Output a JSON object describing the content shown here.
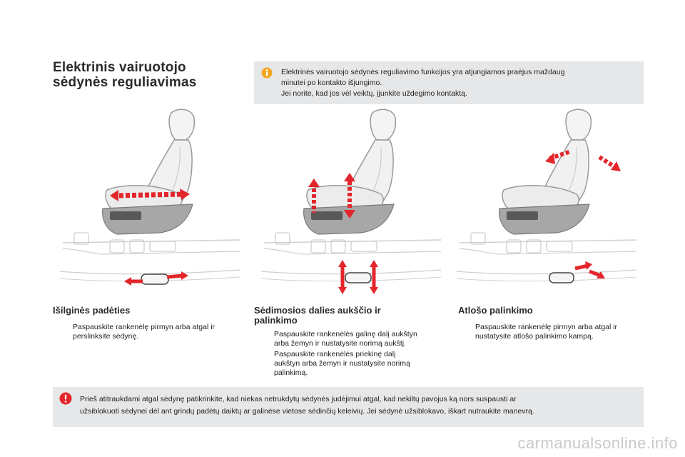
{
  "page": {
    "title_line1": "Elektrinis vairuotojo",
    "title_line2": "sėdynės reguliavimas"
  },
  "info": {
    "icon": "info-icon",
    "line1": "Elektrinės vairuotojo sėdynės reguliavimo funkcijos yra atjungiamos praėjus maždaug",
    "line2": "minutei po kontakto išjungimo.",
    "line3": "Jei norite, kad jos vėl veiktų, įjunkite uždegimo kontaktą."
  },
  "sections": [
    {
      "title_line1": "Išilginės padėties",
      "title_line2": "",
      "bullets": [
        {
          "line1": "Paspauskite rankenėlę pirmyn arba atgal ir",
          "line2": "perslinksite sėdynę.",
          "line3": ""
        }
      ]
    },
    {
      "title_line1": "Sėdimosios dalies aukščio ir",
      "title_line2": "palinkimo",
      "bullets": [
        {
          "line1": "Paspauskite rankenėlės galinę dalį aukštyn",
          "line2": "arba žemyn ir nustatysite norimą aukštį.",
          "line3": ""
        },
        {
          "line1": "Paspauskite rankenėlės priekinę dalį",
          "line2": "aukštyn arba žemyn ir nustatysite norimą",
          "line3": "palinkimą."
        }
      ]
    },
    {
      "title_line1": "Atlošo palinkimo",
      "title_line2": "",
      "bullets": [
        {
          "line1": "Paspauskite rankenėlę pirmyn arba atgal ir",
          "line2": "nustatysite atlošo palinkimo kampą.",
          "line3": ""
        }
      ]
    }
  ],
  "bullet_mark": "",
  "warning": {
    "icon": "warning-icon",
    "line1": "Prieš atitraukdami atgal sėdynę patikrinkite, kad niekas netrukdytų sėdynės judėjimui atgal, kad nekiltų pavojus ką nors suspausti ar",
    "line2": "užsiblokuoti sėdynei dėl ant grindų padėtų daiktų ar galinėse vietose sėdinčių keleivių. Jei sėdynė užsiblokavo, iškart nutraukite manevrą."
  },
  "watermark": "carmanualsonline.info",
  "colors": {
    "accent_red": "#e3262b",
    "info_orange": "#f5a623",
    "panel_gray": "#e6e7e8"
  }
}
